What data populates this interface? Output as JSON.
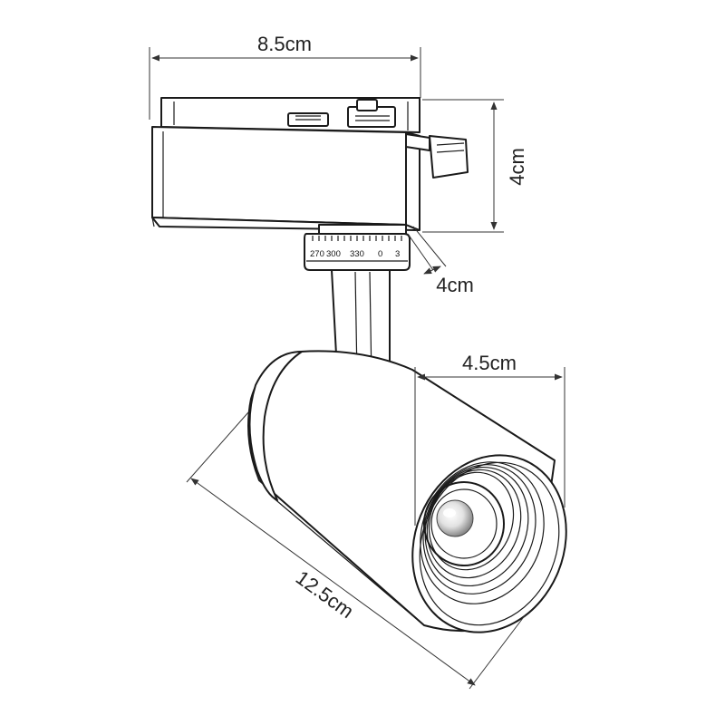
{
  "dimensions": {
    "width": "8.5cm",
    "height": "4cm",
    "dial": "4cm",
    "head_diameter": "4.5cm",
    "length": "12.5cm"
  },
  "dial_scale": [
    "270",
    "300",
    "330",
    "0",
    "3"
  ]
}
